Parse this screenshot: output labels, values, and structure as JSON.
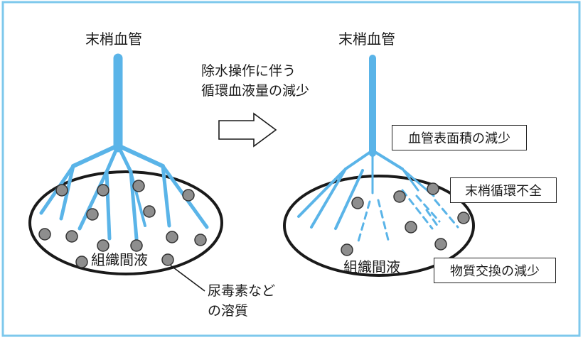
{
  "left_panel": {
    "vessel_label": "末梢血管",
    "tissue_label": "組織間液",
    "solute_label_line1": "尿毒素など",
    "solute_label_line2": "の溶質"
  },
  "transition": {
    "caption_line1": "除水操作に伴う",
    "caption_line2": "循環血液量の減少"
  },
  "right_panel": {
    "vessel_label": "末梢血管",
    "tissue_label": "組織間液",
    "callouts": [
      "血管表面積の減少",
      "末梢循環不全",
      "物質交換の減少"
    ]
  },
  "colors": {
    "vessel": "#5ab4e8",
    "particle_fill": "#8e8e8e",
    "outline": "#1a1a1a",
    "frame": "#7ec8ec"
  }
}
